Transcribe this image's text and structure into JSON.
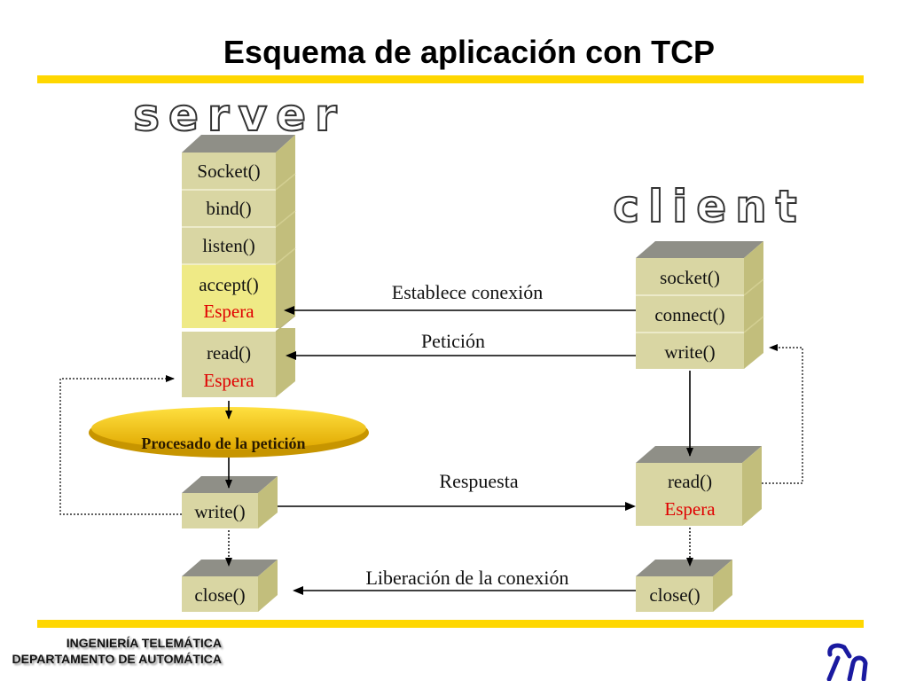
{
  "title": "Esquema de aplicación con TCP",
  "colors": {
    "accent": "#FFD700",
    "box_face": "#D9D6A3",
    "box_side": "#C2BE7C",
    "box_top": "#8F8F87",
    "highlight": "#EFEA86",
    "red": "#E00000",
    "ellipse": "#F2C400"
  },
  "server": {
    "label": "server",
    "socket": "Socket()",
    "bind": "bind()",
    "listen": "listen()",
    "accept": "accept()",
    "accept_wait": "Espera",
    "read": "read()",
    "read_wait": "Espera",
    "process": "Procesado de la petición",
    "write": "write()",
    "close": "close()"
  },
  "client": {
    "label": "client",
    "socket": "socket()",
    "connect": "connect()",
    "write": "write()",
    "read": "read()",
    "read_wait": "Espera",
    "close": "close()"
  },
  "arrows": {
    "establish": "Establece conexión",
    "request": "Petición",
    "response": "Respuesta",
    "release": "Liberación de la conexión"
  },
  "footer": {
    "line1": "INGENIERÍA TELEMÁTICA",
    "line2": "DEPARTAMENTO DE AUTOMÁTICA"
  },
  "logo_icon": "tn-logo-icon"
}
